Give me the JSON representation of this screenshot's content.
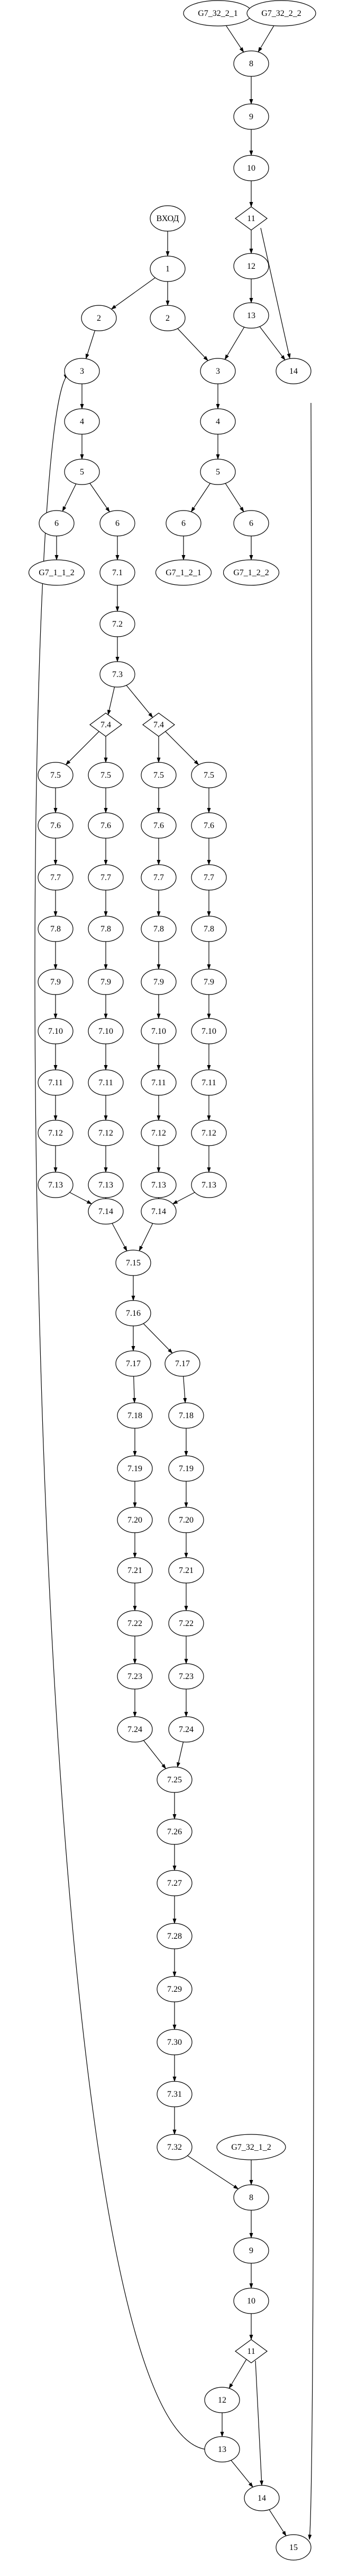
{
  "nodes": {
    "g7_32_2_1": {
      "label": "G7_32_2_1",
      "shape": "ellipse"
    },
    "g7_32_2_2": {
      "label": "G7_32_2_2",
      "shape": "ellipse"
    },
    "t8": {
      "label": "8",
      "shape": "ellipse"
    },
    "t9": {
      "label": "9",
      "shape": "ellipse"
    },
    "t10": {
      "label": "10",
      "shape": "ellipse"
    },
    "t11": {
      "label": "11",
      "shape": "diamond"
    },
    "t12": {
      "label": "12",
      "shape": "ellipse"
    },
    "t13": {
      "label": "13",
      "shape": "ellipse"
    },
    "t14": {
      "label": "14",
      "shape": "ellipse"
    },
    "vhod": {
      "label": "ВХОД",
      "shape": "ellipse"
    },
    "a1": {
      "label": "1",
      "shape": "ellipse"
    },
    "a2l": {
      "label": "2",
      "shape": "ellipse"
    },
    "a2r": {
      "label": "2",
      "shape": "ellipse"
    },
    "a3l": {
      "label": "3",
      "shape": "ellipse"
    },
    "a3r": {
      "label": "3",
      "shape": "ellipse"
    },
    "a4l": {
      "label": "4",
      "shape": "ellipse"
    },
    "a4r": {
      "label": "4",
      "shape": "ellipse"
    },
    "a5l": {
      "label": "5",
      "shape": "ellipse"
    },
    "a5r": {
      "label": "5",
      "shape": "ellipse"
    },
    "a6a": {
      "label": "6",
      "shape": "ellipse"
    },
    "a6b": {
      "label": "6",
      "shape": "ellipse"
    },
    "a6c": {
      "label": "6",
      "shape": "ellipse"
    },
    "a6d": {
      "label": "6",
      "shape": "ellipse"
    },
    "g7_1_1_2": {
      "label": "G7_1_1_2",
      "shape": "ellipse"
    },
    "g7_1_2_1": {
      "label": "G7_1_2_1",
      "shape": "ellipse"
    },
    "g7_1_2_2": {
      "label": "G7_1_2_2",
      "shape": "ellipse"
    },
    "s7_1": {
      "label": "7.1",
      "shape": "ellipse"
    },
    "s7_2": {
      "label": "7.2",
      "shape": "ellipse"
    },
    "s7_3": {
      "label": "7.3",
      "shape": "ellipse"
    },
    "s7_4a": {
      "label": "7.4",
      "shape": "diamond"
    },
    "s7_4b": {
      "label": "7.4",
      "shape": "diamond"
    },
    "c1_5": {
      "label": "7.5",
      "shape": "ellipse"
    },
    "c1_6": {
      "label": "7.6",
      "shape": "ellipse"
    },
    "c1_7": {
      "label": "7.7",
      "shape": "ellipse"
    },
    "c1_8": {
      "label": "7.8",
      "shape": "ellipse"
    },
    "c1_9": {
      "label": "7.9",
      "shape": "ellipse"
    },
    "c1_10": {
      "label": "7.10",
      "shape": "ellipse"
    },
    "c1_11": {
      "label": "7.11",
      "shape": "ellipse"
    },
    "c1_12": {
      "label": "7.12",
      "shape": "ellipse"
    },
    "c1_13": {
      "label": "7.13",
      "shape": "ellipse"
    },
    "c2_5": {
      "label": "7.5",
      "shape": "ellipse"
    },
    "c2_6": {
      "label": "7.6",
      "shape": "ellipse"
    },
    "c2_7": {
      "label": "7.7",
      "shape": "ellipse"
    },
    "c2_8": {
      "label": "7.8",
      "shape": "ellipse"
    },
    "c2_9": {
      "label": "7.9",
      "shape": "ellipse"
    },
    "c2_10": {
      "label": "7.10",
      "shape": "ellipse"
    },
    "c2_11": {
      "label": "7.11",
      "shape": "ellipse"
    },
    "c2_12": {
      "label": "7.12",
      "shape": "ellipse"
    },
    "c2_13": {
      "label": "7.13",
      "shape": "ellipse"
    },
    "c3_5": {
      "label": "7.5",
      "shape": "ellipse"
    },
    "c3_6": {
      "label": "7.6",
      "shape": "ellipse"
    },
    "c3_7": {
      "label": "7.7",
      "shape": "ellipse"
    },
    "c3_8": {
      "label": "7.8",
      "shape": "ellipse"
    },
    "c3_9": {
      "label": "7.9",
      "shape": "ellipse"
    },
    "c3_10": {
      "label": "7.10",
      "shape": "ellipse"
    },
    "c3_11": {
      "label": "7.11",
      "shape": "ellipse"
    },
    "c3_12": {
      "label": "7.12",
      "shape": "ellipse"
    },
    "c3_13": {
      "label": "7.13",
      "shape": "ellipse"
    },
    "c4_5": {
      "label": "7.5",
      "shape": "ellipse"
    },
    "c4_6": {
      "label": "7.6",
      "shape": "ellipse"
    },
    "c4_7": {
      "label": "7.7",
      "shape": "ellipse"
    },
    "c4_8": {
      "label": "7.8",
      "shape": "ellipse"
    },
    "c4_9": {
      "label": "7.9",
      "shape": "ellipse"
    },
    "c4_10": {
      "label": "7.10",
      "shape": "ellipse"
    },
    "c4_11": {
      "label": "7.11",
      "shape": "ellipse"
    },
    "c4_12": {
      "label": "7.12",
      "shape": "ellipse"
    },
    "c4_13": {
      "label": "7.13",
      "shape": "ellipse"
    },
    "m14a": {
      "label": "7.14",
      "shape": "ellipse"
    },
    "m14b": {
      "label": "7.14",
      "shape": "ellipse"
    },
    "m15": {
      "label": "7.15",
      "shape": "ellipse"
    },
    "m16": {
      "label": "7.16",
      "shape": "ellipse"
    },
    "d1_17": {
      "label": "7.17",
      "shape": "ellipse"
    },
    "d1_18": {
      "label": "7.18",
      "shape": "ellipse"
    },
    "d1_19": {
      "label": "7.19",
      "shape": "ellipse"
    },
    "d1_20": {
      "label": "7.20",
      "shape": "ellipse"
    },
    "d1_21": {
      "label": "7.21",
      "shape": "ellipse"
    },
    "d1_22": {
      "label": "7.22",
      "shape": "ellipse"
    },
    "d1_23": {
      "label": "7.23",
      "shape": "ellipse"
    },
    "d1_24": {
      "label": "7.24",
      "shape": "ellipse"
    },
    "d2_17": {
      "label": "7.17",
      "shape": "ellipse"
    },
    "d2_18": {
      "label": "7.18",
      "shape": "ellipse"
    },
    "d2_19": {
      "label": "7.19",
      "shape": "ellipse"
    },
    "d2_20": {
      "label": "7.20",
      "shape": "ellipse"
    },
    "d2_21": {
      "label": "7.21",
      "shape": "ellipse"
    },
    "d2_22": {
      "label": "7.22",
      "shape": "ellipse"
    },
    "d2_23": {
      "label": "7.23",
      "shape": "ellipse"
    },
    "d2_24": {
      "label": "7.24",
      "shape": "ellipse"
    },
    "e25": {
      "label": "7.25",
      "shape": "ellipse"
    },
    "e26": {
      "label": "7.26",
      "shape": "ellipse"
    },
    "e27": {
      "label": "7.27",
      "shape": "ellipse"
    },
    "e28": {
      "label": "7.28",
      "shape": "ellipse"
    },
    "e29": {
      "label": "7.29",
      "shape": "ellipse"
    },
    "e30": {
      "label": "7.30",
      "shape": "ellipse"
    },
    "e31": {
      "label": "7.31",
      "shape": "ellipse"
    },
    "e32": {
      "label": "7.32",
      "shape": "ellipse"
    },
    "g7_32_1_2": {
      "label": "G7_32_1_2",
      "shape": "ellipse"
    },
    "b8": {
      "label": "8",
      "shape": "ellipse"
    },
    "b9": {
      "label": "9",
      "shape": "ellipse"
    },
    "b10": {
      "label": "10",
      "shape": "ellipse"
    },
    "b11": {
      "label": "11",
      "shape": "diamond"
    },
    "b12": {
      "label": "12",
      "shape": "ellipse"
    },
    "b13": {
      "label": "13",
      "shape": "ellipse"
    },
    "b14": {
      "label": "14",
      "shape": "ellipse"
    },
    "b15": {
      "label": "15",
      "shape": "ellipse"
    }
  },
  "edges": [
    [
      "g7_32_2_1",
      "t8"
    ],
    [
      "g7_32_2_2",
      "t8"
    ],
    [
      "t8",
      "t9"
    ],
    [
      "t9",
      "t10"
    ],
    [
      "t10",
      "t11"
    ],
    [
      "t11",
      "t12"
    ],
    [
      "t11",
      "t14"
    ],
    [
      "t12",
      "t13"
    ],
    [
      "t13",
      "t14"
    ],
    [
      "t13",
      "a3r"
    ],
    [
      "t14",
      "b15"
    ],
    [
      "vhod",
      "a1"
    ],
    [
      "a1",
      "a2l"
    ],
    [
      "a1",
      "a2r"
    ],
    [
      "a2l",
      "a3l"
    ],
    [
      "a2r",
      "a3r"
    ],
    [
      "a3l",
      "a4l"
    ],
    [
      "a3r",
      "a4r"
    ],
    [
      "a4l",
      "a5l"
    ],
    [
      "a4r",
      "a5r"
    ],
    [
      "a5l",
      "a6a"
    ],
    [
      "a5l",
      "a6b"
    ],
    [
      "a5r",
      "a6c"
    ],
    [
      "a5r",
      "a6d"
    ],
    [
      "a6a",
      "g7_1_1_2"
    ],
    [
      "a6b",
      "s7_1"
    ],
    [
      "a6c",
      "g7_1_2_1"
    ],
    [
      "a6d",
      "g7_1_2_2"
    ],
    [
      "s7_1",
      "s7_2"
    ],
    [
      "s7_2",
      "s7_3"
    ],
    [
      "s7_3",
      "s7_4a"
    ],
    [
      "s7_3",
      "s7_4b"
    ],
    [
      "s7_4a",
      "c1_5"
    ],
    [
      "s7_4a",
      "c2_5"
    ],
    [
      "s7_4b",
      "c3_5"
    ],
    [
      "s7_4b",
      "c4_5"
    ],
    [
      "c1_5",
      "c1_6"
    ],
    [
      "c1_6",
      "c1_7"
    ],
    [
      "c1_7",
      "c1_8"
    ],
    [
      "c1_8",
      "c1_9"
    ],
    [
      "c1_9",
      "c1_10"
    ],
    [
      "c1_10",
      "c1_11"
    ],
    [
      "c1_11",
      "c1_12"
    ],
    [
      "c1_12",
      "c1_13"
    ],
    [
      "c2_5",
      "c2_6"
    ],
    [
      "c2_6",
      "c2_7"
    ],
    [
      "c2_7",
      "c2_8"
    ],
    [
      "c2_8",
      "c2_9"
    ],
    [
      "c2_9",
      "c2_10"
    ],
    [
      "c2_10",
      "c2_11"
    ],
    [
      "c2_11",
      "c2_12"
    ],
    [
      "c2_12",
      "c2_13"
    ],
    [
      "c3_5",
      "c3_6"
    ],
    [
      "c3_6",
      "c3_7"
    ],
    [
      "c3_7",
      "c3_8"
    ],
    [
      "c3_8",
      "c3_9"
    ],
    [
      "c3_9",
      "c3_10"
    ],
    [
      "c3_10",
      "c3_11"
    ],
    [
      "c3_11",
      "c3_12"
    ],
    [
      "c3_12",
      "c3_13"
    ],
    [
      "c4_5",
      "c4_6"
    ],
    [
      "c4_6",
      "c4_7"
    ],
    [
      "c4_7",
      "c4_8"
    ],
    [
      "c4_8",
      "c4_9"
    ],
    [
      "c4_9",
      "c4_10"
    ],
    [
      "c4_10",
      "c4_11"
    ],
    [
      "c4_11",
      "c4_12"
    ],
    [
      "c4_12",
      "c4_13"
    ],
    [
      "c1_13",
      "m14a"
    ],
    [
      "c2_13",
      "m14a"
    ],
    [
      "c3_13",
      "m14b"
    ],
    [
      "c4_13",
      "m14b"
    ],
    [
      "m14a",
      "m15"
    ],
    [
      "m14b",
      "m15"
    ],
    [
      "m15",
      "m16"
    ],
    [
      "m16",
      "d1_17"
    ],
    [
      "m16",
      "d2_17"
    ],
    [
      "d1_17",
      "d1_18"
    ],
    [
      "d1_18",
      "d1_19"
    ],
    [
      "d1_19",
      "d1_20"
    ],
    [
      "d1_20",
      "d1_21"
    ],
    [
      "d1_21",
      "d1_22"
    ],
    [
      "d1_22",
      "d1_23"
    ],
    [
      "d1_23",
      "d1_24"
    ],
    [
      "d2_17",
      "d2_18"
    ],
    [
      "d2_18",
      "d2_19"
    ],
    [
      "d2_19",
      "d2_20"
    ],
    [
      "d2_20",
      "d2_21"
    ],
    [
      "d2_21",
      "d2_22"
    ],
    [
      "d2_22",
      "d2_23"
    ],
    [
      "d2_23",
      "d2_24"
    ],
    [
      "d1_24",
      "e25"
    ],
    [
      "d2_24",
      "e25"
    ],
    [
      "e25",
      "e26"
    ],
    [
      "e26",
      "e27"
    ],
    [
      "e27",
      "e28"
    ],
    [
      "e28",
      "e29"
    ],
    [
      "e29",
      "e30"
    ],
    [
      "e30",
      "e31"
    ],
    [
      "e31",
      "e32"
    ],
    [
      "e32",
      "b8"
    ],
    [
      "g7_32_1_2",
      "b8"
    ],
    [
      "b8",
      "b9"
    ],
    [
      "b9",
      "b10"
    ],
    [
      "b10",
      "b11"
    ],
    [
      "b11",
      "b12"
    ],
    [
      "b11",
      "b14"
    ],
    [
      "b12",
      "b13"
    ],
    [
      "b13",
      "b14"
    ],
    [
      "b13",
      "a3l"
    ],
    [
      "b14",
      "b15"
    ]
  ]
}
